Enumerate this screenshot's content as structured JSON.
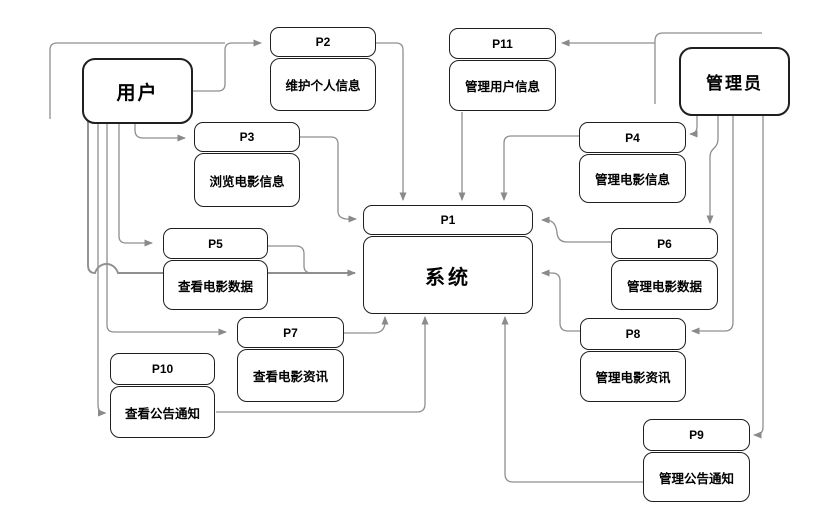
{
  "diagram": {
    "type": "data-flow-diagram",
    "actors": {
      "user": {
        "label": "用户"
      },
      "admin": {
        "label": "管理员"
      }
    },
    "system": {
      "id": "P1",
      "label": "系统"
    },
    "processes": {
      "p2": {
        "id": "P2",
        "label": "维护个人信息"
      },
      "p3": {
        "id": "P3",
        "label": "浏览电影信息"
      },
      "p4": {
        "id": "P4",
        "label": "管理电影信息"
      },
      "p5": {
        "id": "P5",
        "label": "查看电影数据"
      },
      "p6": {
        "id": "P6",
        "label": "管理电影数据"
      },
      "p7": {
        "id": "P7",
        "label": "查看电影资讯"
      },
      "p8": {
        "id": "P8",
        "label": "管理电影资讯"
      },
      "p9": {
        "id": "P9",
        "label": "管理公告通知"
      },
      "p10": {
        "id": "P10",
        "label": "查看公告通知"
      },
      "p11": {
        "id": "P11",
        "label": "管理用户信息"
      }
    },
    "edges": [
      {
        "from": "用户",
        "to": "P2"
      },
      {
        "from": "用户",
        "to": "P3"
      },
      {
        "from": "用户",
        "to": "P5"
      },
      {
        "from": "用户",
        "to": "P7"
      },
      {
        "from": "用户",
        "to": "P10"
      },
      {
        "from": "用户",
        "to": "P1"
      },
      {
        "from": "P2",
        "to": "P1"
      },
      {
        "from": "P3",
        "to": "P1"
      },
      {
        "from": "P5",
        "to": "P1"
      },
      {
        "from": "P7",
        "to": "P1"
      },
      {
        "from": "P10",
        "to": "P1"
      },
      {
        "from": "管理员",
        "to": "P11"
      },
      {
        "from": "管理员",
        "to": "P4"
      },
      {
        "from": "管理员",
        "to": "P6"
      },
      {
        "from": "管理员",
        "to": "P8"
      },
      {
        "from": "管理员",
        "to": "P9"
      },
      {
        "from": "P11",
        "to": "P1"
      },
      {
        "from": "P4",
        "to": "P1"
      },
      {
        "from": "P6",
        "to": "P1"
      },
      {
        "from": "P8",
        "to": "P1"
      },
      {
        "from": "P9",
        "to": "P1"
      }
    ],
    "colors": {
      "box_border": "#1f1f1f",
      "connector": "#8f8f8f",
      "background": "#ffffff",
      "text": "#000000"
    }
  }
}
